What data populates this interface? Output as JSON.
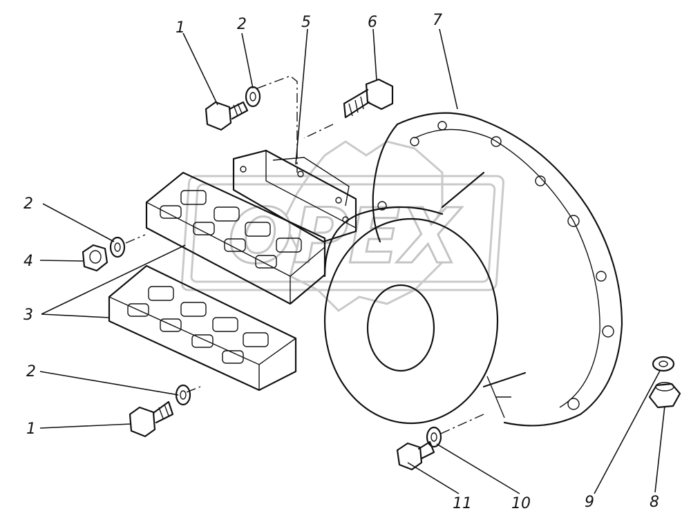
{
  "callouts": {
    "bolt_top": "1",
    "washer_top": "2",
    "bracket": "5",
    "bolt_right": "6",
    "housing": "7",
    "washer_left": "2",
    "nut_left": "4",
    "pads": "3",
    "washer_bottom": "2",
    "bolt_bottom": "1",
    "bolt_small": "11",
    "washer_small": "10",
    "washer_right": "9",
    "nut_right": "8"
  },
  "watermark": {
    "text": "OPEX"
  }
}
